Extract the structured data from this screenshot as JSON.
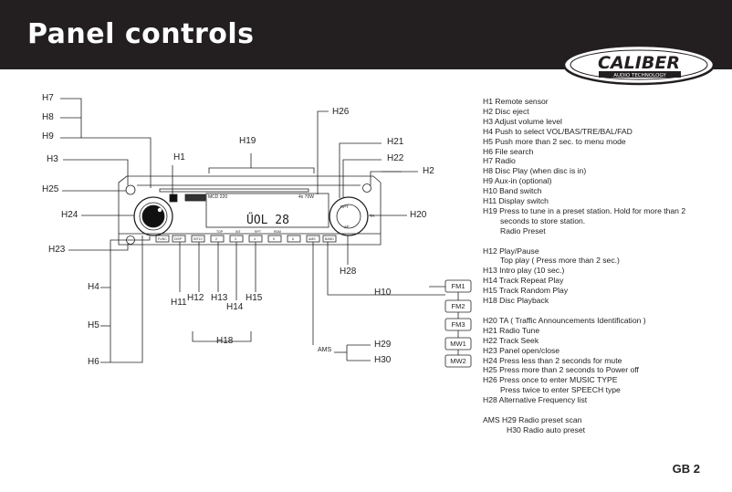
{
  "header": {
    "title": "Panel controls",
    "brand": "CALIBER",
    "brand_tagline": "AUDIO TECHNOLOGY"
  },
  "device": {
    "model": "MCD 220",
    "power": "4x 70W",
    "display_chars": "ŰOL 28",
    "small_buttons": [
      "FUNC",
      "DISP",
      "INT10",
      "2",
      "3",
      "4",
      "5",
      "6",
      "AMS",
      "BAND"
    ],
    "small_button_captions": [
      "TOP",
      "INT",
      "RPT",
      "RDM"
    ],
    "knob_labels": [
      "RPT",
      "TA",
      "AF"
    ]
  },
  "callouts": {
    "H7": "H7",
    "H8": "H8",
    "H9": "H9",
    "H3": "H3",
    "H25": "H25",
    "H24": "H24",
    "H23": "H23",
    "H4": "H4",
    "H5": "H5",
    "H6": "H6",
    "H1": "H1",
    "H19": "H19",
    "H26": "H26",
    "H21": "H21",
    "H22": "H22",
    "H2": "H2",
    "H20": "H20",
    "H28": "H28",
    "H10": "H10",
    "H11": "H11",
    "H12": "H12",
    "H13": "H13",
    "H14": "H14",
    "H15": "H15",
    "H18": "H18",
    "H29": "H29",
    "H30": "H30",
    "AMS": "AMS"
  },
  "bands": [
    "FM1",
    "FM2",
    "FM3",
    "MW1",
    "MW2"
  ],
  "descriptions": [
    {
      "text": "H1   Remote   sensor",
      "style": ""
    },
    {
      "text": "H2 Disc eject",
      "style": ""
    },
    {
      "text": "H3 Adjust volume level",
      "style": ""
    },
    {
      "text": "H4 Push to select VOL/BAS/TRE/BAL/FAD",
      "style": ""
    },
    {
      "text": "H5 Push more than 2 sec. to menu mode",
      "style": ""
    },
    {
      "text": "H6 File search",
      "style": ""
    },
    {
      "text": "H7 Radio",
      "style": ""
    },
    {
      "text": "H8 Disc Play (when disc is in)",
      "style": ""
    },
    {
      "text": "H9 Aux-in (optional)",
      "style": ""
    },
    {
      "text": "H10 Band switch",
      "style": ""
    },
    {
      "text": "H11 Display switch",
      "style": ""
    },
    {
      "text": "H19 Press to tune in a preset station. Hold for more than 2",
      "style": ""
    },
    {
      "text": "seconds to store station.",
      "style": "ind"
    },
    {
      "text": "Radio Preset",
      "style": "ind"
    },
    {
      "text": "",
      "style": "gap"
    },
    {
      "text": "H12 Play/Pause",
      "style": ""
    },
    {
      "text": "Top play ( Press more than 2 sec.)",
      "style": "ind"
    },
    {
      "text": "H13 Intro play (10 sec.)",
      "style": ""
    },
    {
      "text": "H14 Track Repeat Play",
      "style": ""
    },
    {
      "text": "H15 Track Random Play",
      "style": ""
    },
    {
      "text": "H18 Disc Playback",
      "style": ""
    },
    {
      "text": "",
      "style": "gap"
    },
    {
      "text": "H20 TA ( Traffic Announcements Identification )",
      "style": ""
    },
    {
      "text": "H21 Radio Tune",
      "style": ""
    },
    {
      "text": "H22 Track Seek",
      "style": ""
    },
    {
      "text": "H23 Panel open/close",
      "style": ""
    },
    {
      "text": "H24 Press less than 2 seconds for mute",
      "style": ""
    },
    {
      "text": "H25 Press more than 2 seconds to Power off",
      "style": ""
    },
    {
      "text": "H26 Press once to enter MUSIC TYPE",
      "style": ""
    },
    {
      "text": "Press twice to enter SPEECH type",
      "style": "ind"
    },
    {
      "text": "H28 Alternative Frequency list",
      "style": ""
    },
    {
      "text": "",
      "style": "gap"
    },
    {
      "text": "AMS H29 Radio preset scan",
      "style": ""
    },
    {
      "text": "H30 Radio auto preset",
      "style": "ind2"
    }
  ],
  "page_number": "GB 2"
}
